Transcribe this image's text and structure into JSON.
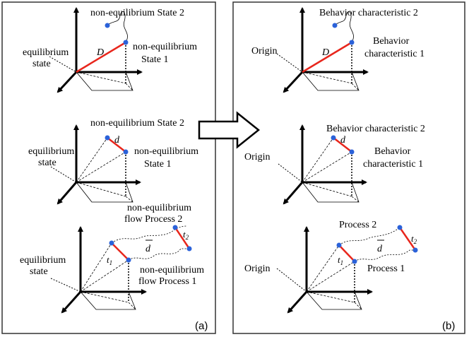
{
  "colors": {
    "distance_line": "#e8261c",
    "point": "#2b62d9",
    "stroke": "#000000",
    "panel_border": "#333333"
  },
  "panel_a": {
    "label": "(a)",
    "top": {
      "point2": "non-equilibrium State 2",
      "point1_line1": "non-equilibrium",
      "point1_line2": "State 1",
      "origin_line1": "equilibrium",
      "origin_line2": "state",
      "distance": "D"
    },
    "middle": {
      "point2": "non-equilibrium State 2",
      "point1_line1": "non-equilibrium",
      "point1_line2": "State 1",
      "origin_line1": "equilibrium",
      "origin_line2": "state",
      "distance": "d"
    },
    "bottom": {
      "process2_line1": "non-equilibrium",
      "process2_line2": "flow Process 2",
      "process1_line1": "non-equilibrium",
      "process1_line2": "flow Process 1",
      "origin_line1": "equilibrium",
      "origin_line2": "state",
      "distance": "d",
      "t1": "t",
      "t1_sub": "1",
      "t2": "t",
      "t2_sub": "2"
    }
  },
  "panel_b": {
    "label": "(b)",
    "top": {
      "point2": "Behavior characteristic 2",
      "point1_line1": "Behavior",
      "point1_line2": "characteristic 1",
      "origin": "Origin",
      "distance": "D"
    },
    "middle": {
      "point2": "Behavior characteristic 2",
      "point1_line1": "Behavior",
      "point1_line2": "characteristic 1",
      "origin": "Origin",
      "distance": "d"
    },
    "bottom": {
      "process2": "Process 2",
      "process1": "Process 1",
      "origin": "Origin",
      "distance": "d",
      "t1": "t",
      "t1_sub": "1",
      "t2": "t",
      "t2_sub": "2"
    }
  }
}
